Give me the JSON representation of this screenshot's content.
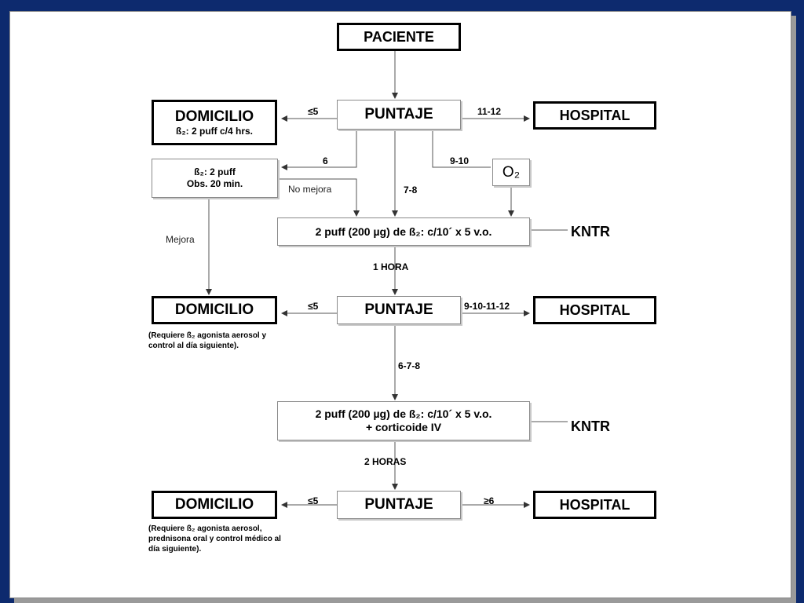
{
  "nodes": {
    "paciente": "PACIENTE",
    "puntaje1": "PUNTAJE",
    "domicilio1_title": "DOMICILIO",
    "domicilio1_detail": "ß₂: 2 puff c/4 hrs.",
    "hospital1": "HOSPITAL",
    "obs_line1": "ß₂: 2 puff",
    "obs_line2": "Obs. 20 min.",
    "o2": "O₂",
    "treatment1": "2 puff (200 µg) de ß₂: c/10´ x 5 v.o.",
    "kntr1": "KNTR",
    "puntaje2": "PUNTAJE",
    "domicilio2_title": "DOMICILIO",
    "domicilio2_note": "(Requiere ß₂ agonista aerosol y control al día siguiente).",
    "hospital2": "HOSPITAL",
    "treatment2_line1": "2 puff (200 µg) de ß₂: c/10´ x 5 v.o.",
    "treatment2_line2": "+ corticoide IV",
    "kntr2": "KNTR",
    "puntaje3": "PUNTAJE",
    "domicilio3_title": "DOMICILIO",
    "domicilio3_note": "(Requiere ß₂ agonista aerosol, prednisona oral y control médico al día siguiente).",
    "hospital3": "HOSPITAL"
  },
  "edge_labels": {
    "le5_a": "≤5",
    "e11_12": "11-12",
    "e6": "6",
    "e9_10": "9-10",
    "no_mejora": "No mejora",
    "e7_8": "7-8",
    "mejora": "Mejora",
    "una_hora": "1 HORA",
    "le5_b": "≤5",
    "e9_10_11_12": "9-10-11-12",
    "e6_7_8": "6-7-8",
    "dos_horas": "2 HORAS",
    "le5_c": "≤5",
    "ge6": "≥6"
  }
}
